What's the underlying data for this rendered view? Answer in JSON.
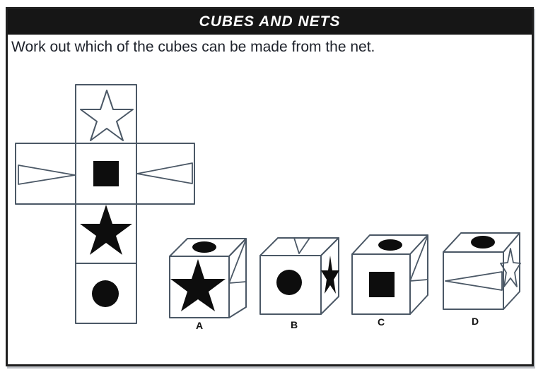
{
  "header": {
    "title": "CUBES AND NETS"
  },
  "instruction": "Work out which of the cubes can be made from the net.",
  "net": {
    "layout": "cross-shaped cube net",
    "cells": [
      {
        "position": "top",
        "shape": "outlined star"
      },
      {
        "position": "middle-left",
        "shape": "outlined triangle pointing right"
      },
      {
        "position": "middle-center",
        "shape": "filled black square"
      },
      {
        "position": "middle-right",
        "shape": "outlined triangle pointing left"
      },
      {
        "position": "lower-center",
        "shape": "filled black star"
      },
      {
        "position": "bottom",
        "shape": "filled black circle"
      }
    ]
  },
  "cubes": [
    {
      "label": "A",
      "top_face": "filled black circle",
      "front_face": "filled black star",
      "right_face": "partial outlined triangle"
    },
    {
      "label": "B",
      "top_face": "outlined triangle",
      "front_face": "filled black circle",
      "right_face": "filled black star"
    },
    {
      "label": "C",
      "top_face": "filled black circle",
      "front_face": "filled black square",
      "right_face": "partial outlined triangle"
    },
    {
      "label": "D",
      "top_face": "filled black circle",
      "front_face": "outlined triangle pointing left",
      "right_face": "outlined star"
    }
  ],
  "colors": {
    "outline": "#4b5866",
    "shape_fill": "#0d0d0d",
    "title_bg": "#161616",
    "title_text": "#ffffff",
    "sheet_border": "#1f1f1f"
  }
}
